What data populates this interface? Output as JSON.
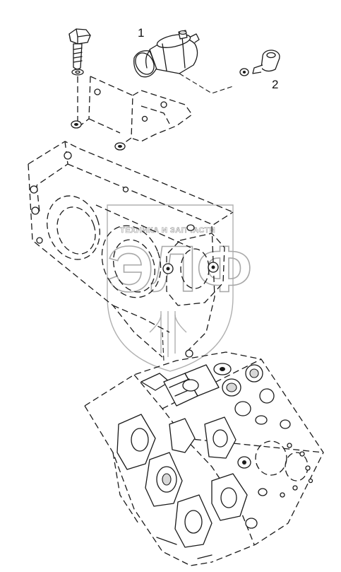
{
  "callouts": {
    "part1": "1",
    "part2": "2"
  },
  "watermark": {
    "arc_text": "ТЕХНИКА И ЗАПЧАСТИ",
    "letters": "ЭЛФ"
  },
  "colors": {
    "line": "#1a1a1a",
    "background": "#ffffff",
    "watermark": "#a8a8a8"
  }
}
